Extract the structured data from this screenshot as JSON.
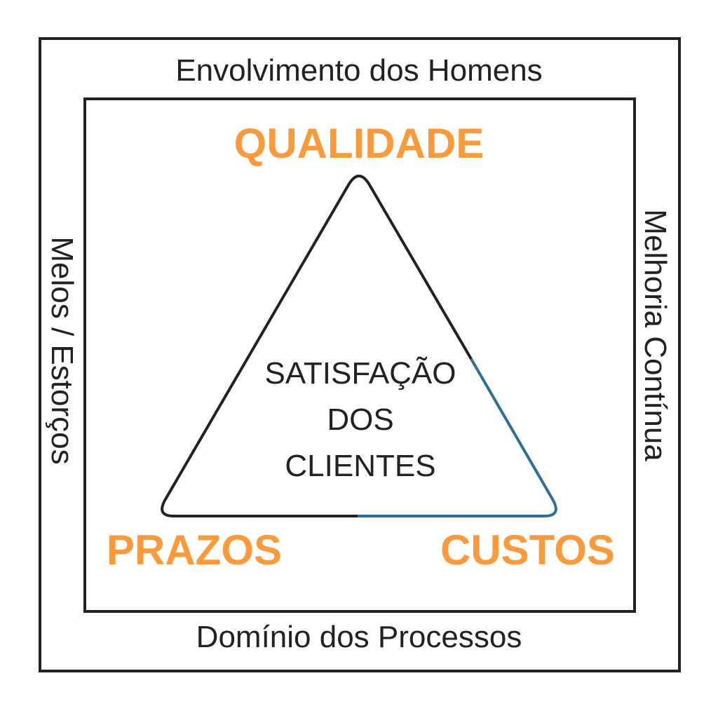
{
  "outer_labels": {
    "top": "Envolvimento dos Homens",
    "bottom": "Domínio dos Processos",
    "left": "Melos / Estorços",
    "right": "Melhoria Contínua"
  },
  "corners": {
    "top": "QUALIDADE",
    "bottom_left": "PRAZOS",
    "bottom_right": "CUSTOS"
  },
  "center_lines": [
    "SATISFAÇÃO",
    "DOS",
    "CLIENTES"
  ],
  "colors": {
    "accent": "#f99a3c",
    "line": "#222222",
    "highlight": "#2e6f96"
  }
}
